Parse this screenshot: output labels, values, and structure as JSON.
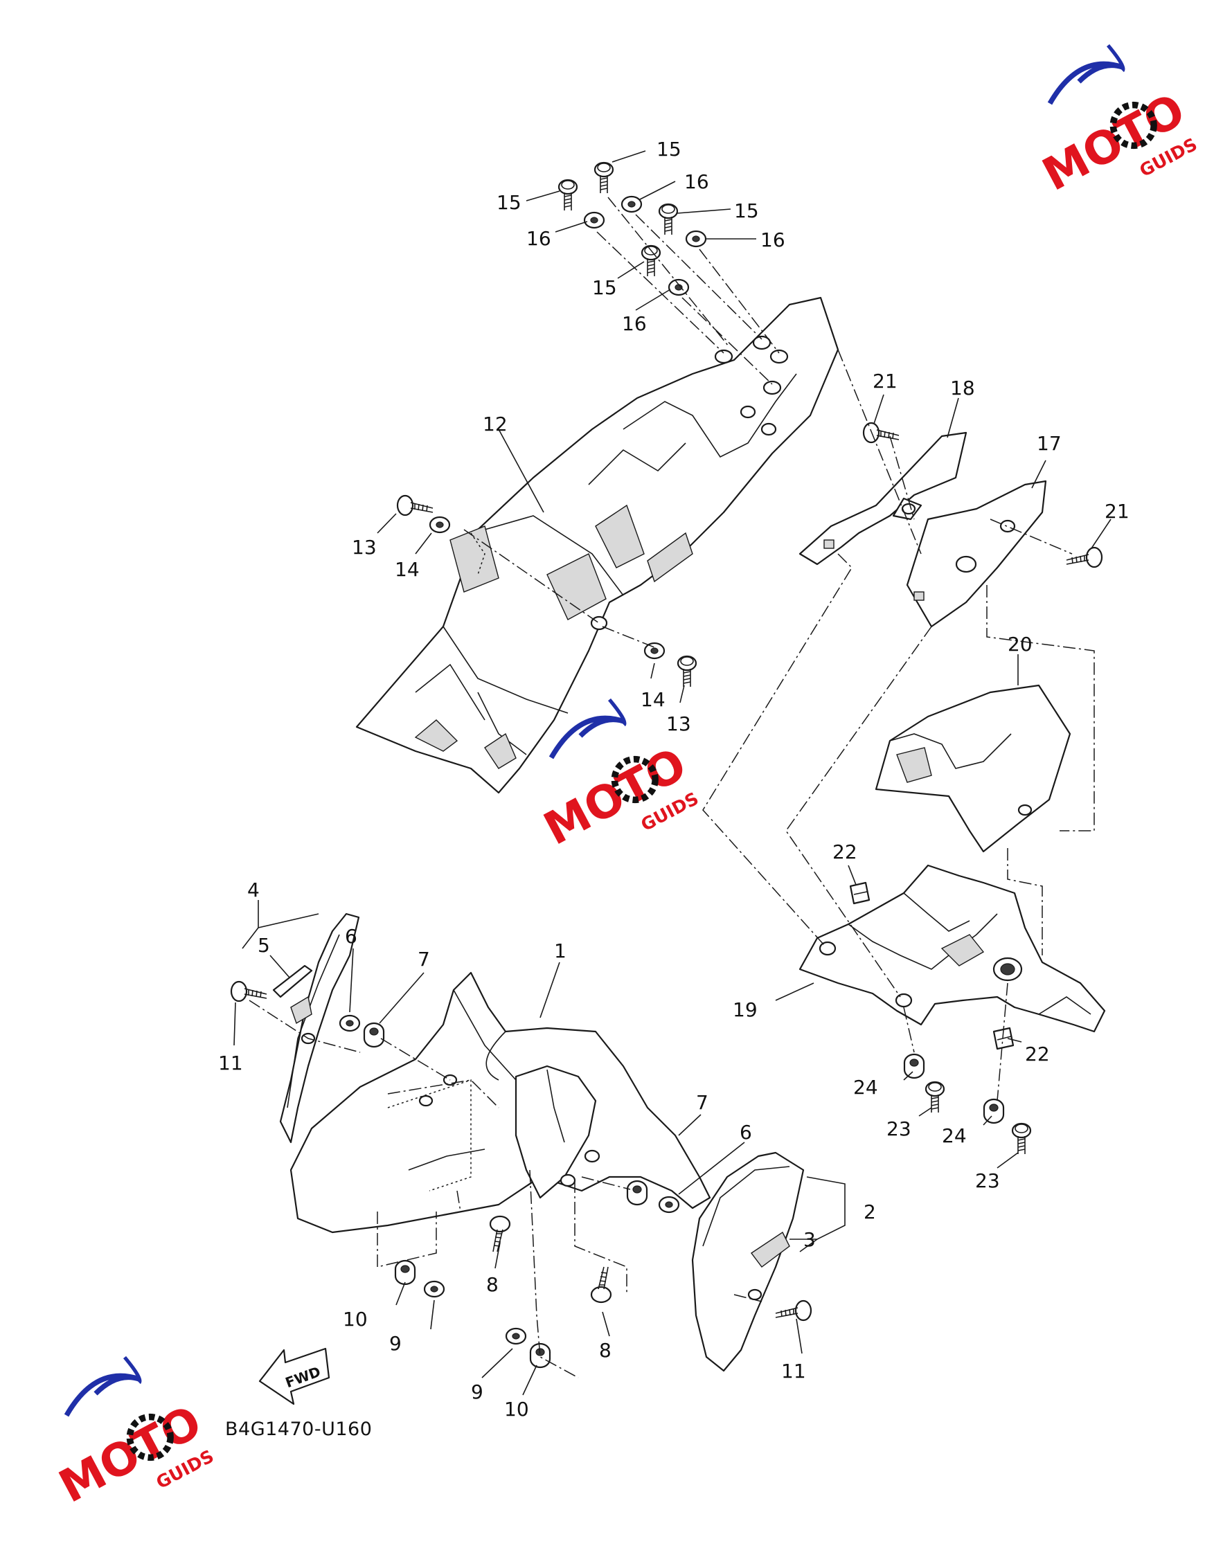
{
  "diagram_code": "B4G1470-U160",
  "fwd_label": "FWD",
  "watermark_text": "MOTO GUIDS",
  "colors": {
    "line": "#1a1a1a",
    "watermark_blue": "#1f2fa8",
    "watermark_red": "#e0141e",
    "watermark_black": "#111111"
  },
  "callouts": {
    "c1": "1",
    "c2": "2",
    "c3": "3",
    "c4": "4",
    "c5": "5",
    "c6a": "6",
    "c6b": "6",
    "c7a": "7",
    "c7b": "7",
    "c8a": "8",
    "c8b": "8",
    "c9a": "9",
    "c9b": "9",
    "c10a": "10",
    "c10b": "10",
    "c11a": "11",
    "c11b": "11",
    "c12": "12",
    "c13a": "13",
    "c13b": "13",
    "c14a": "14",
    "c14b": "14",
    "c15a": "15",
    "c15b": "15",
    "c15c": "15",
    "c15d": "15",
    "c16a": "16",
    "c16b": "16",
    "c16c": "16",
    "c16d": "16",
    "c17": "17",
    "c18": "18",
    "c19": "19",
    "c20": "20",
    "c21a": "21",
    "c21b": "21",
    "c22a": "22",
    "c22b": "22",
    "c23a": "23",
    "c23b": "23",
    "c24a": "24",
    "c24b": "24"
  }
}
